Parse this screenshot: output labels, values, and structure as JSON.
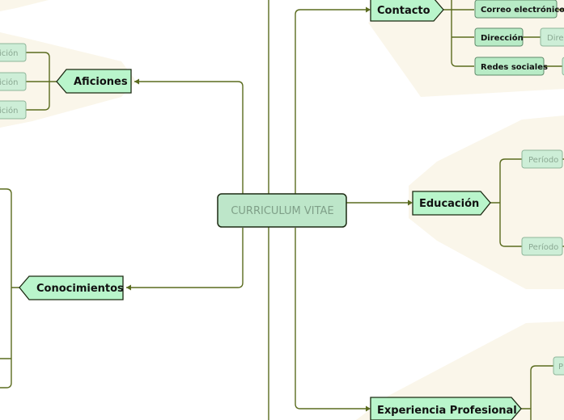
{
  "root": {
    "label": "CURRICULUM VITAE"
  },
  "branches": {
    "contacto": {
      "label": "Contacto",
      "children": [
        "Correo electrónico",
        "Dirección",
        "Redes sociales"
      ],
      "partial": "Dire"
    },
    "educacion": {
      "label": "Educación",
      "periods": [
        "Período",
        "Período"
      ]
    },
    "experiencia": {
      "label": "Experiencia Profesional",
      "partial": "P"
    },
    "aficiones": {
      "label": "Aficiones",
      "items": [
        "ición",
        "ición",
        "ición"
      ]
    },
    "conocimientos": {
      "label": "Conocimientos"
    }
  },
  "colors": {
    "line": "#5a6b1e",
    "node_fill": "#b9f5cb",
    "root_fill": "#bde6c9",
    "sub_fill": "#b8ebc6",
    "faded_fill": "#cdeed7",
    "blob": "#faf6ea"
  }
}
